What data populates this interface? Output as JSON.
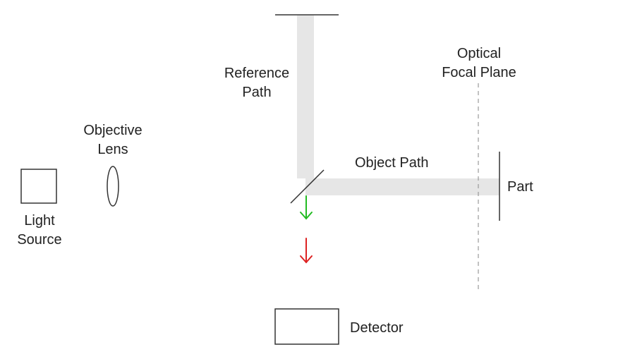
{
  "labels": {
    "light_source": [
      "Light",
      "Source"
    ],
    "objective_lens": [
      "Objective",
      "Lens"
    ],
    "reference_path": [
      "Reference",
      "Path"
    ],
    "optical_focal_plane": [
      "Optical",
      "Focal Plane"
    ],
    "object_path": "Object Path",
    "part": "Part",
    "detector": "Detector"
  },
  "colors": {
    "beam": "#e6e6e6",
    "line": "#333333",
    "dashed": "#999999",
    "arrow_upper": "#22bb22",
    "arrow_lower": "#dd2222"
  }
}
